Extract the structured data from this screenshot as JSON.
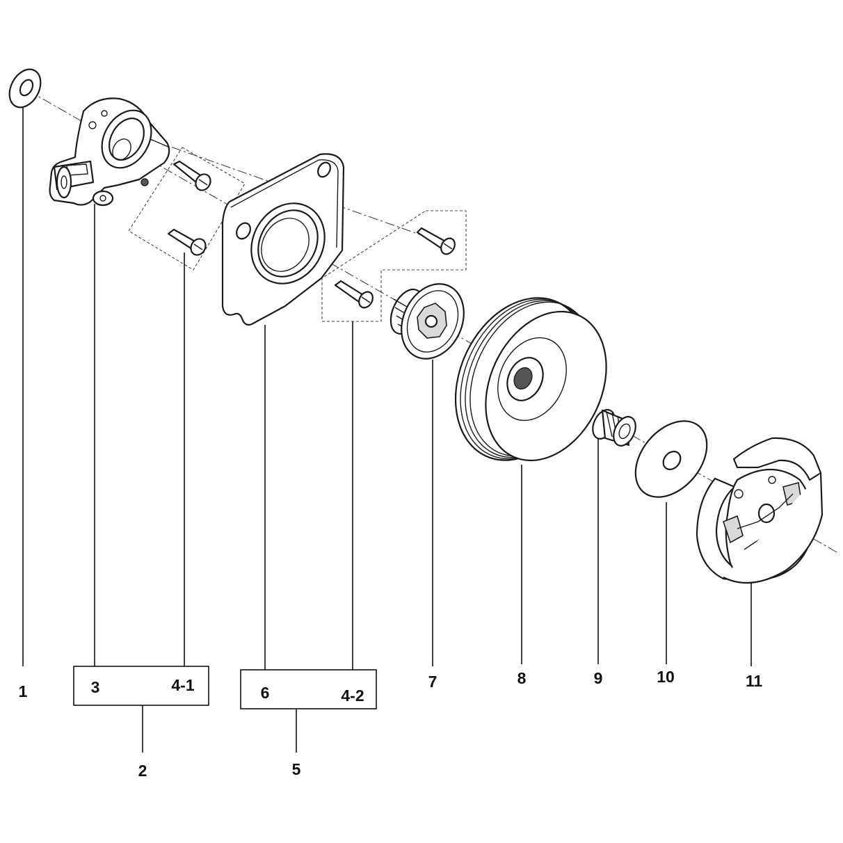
{
  "labels": {
    "p1": "1",
    "p2": "2",
    "p3": "3",
    "p4_1": "4-1",
    "p5": "5",
    "p6": "6",
    "p4_2": "4-2",
    "p7": "7",
    "p8": "8",
    "p9": "9",
    "p10": "10",
    "p11": "11"
  }
}
